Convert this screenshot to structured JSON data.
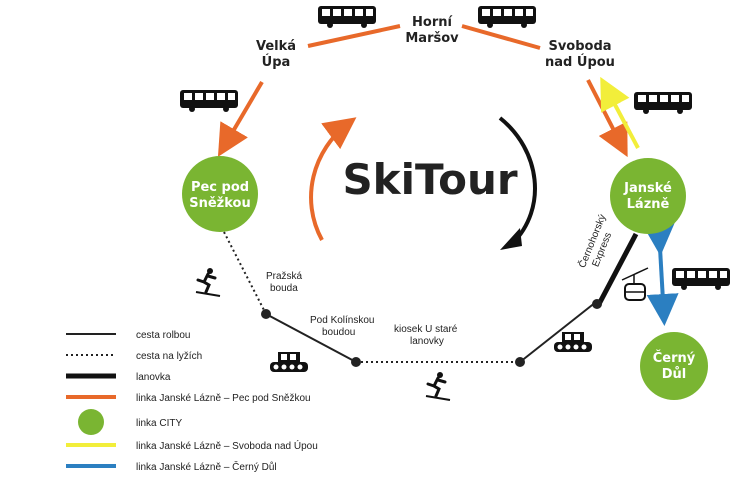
{
  "title": "SkiTour",
  "towns": {
    "horni_marsov": [
      "Horní",
      "Maršov"
    ],
    "velka_upa": [
      "Velká",
      "Úpa"
    ],
    "svoboda": [
      "Svoboda",
      "nad Úpou"
    ]
  },
  "stops": {
    "pec": [
      "Pec pod",
      "Sněžkou"
    ],
    "janske": [
      "Janské",
      "Lázně"
    ],
    "cerny": [
      "Černý",
      "Důl"
    ]
  },
  "places": {
    "prazska": [
      "Pražská",
      "bouda"
    ],
    "kolinska": [
      "Pod Kolínskou",
      "boudou"
    ],
    "kiosek": [
      "kiosek U staré",
      "lanovky"
    ],
    "cernohorsky": [
      "Černohorský",
      "Express"
    ]
  },
  "legend": [
    {
      "label": "cesta rolbou",
      "style": "solid",
      "color": "#222222"
    },
    {
      "label": "cesta na lyžích",
      "style": "dotted",
      "color": "#222222"
    },
    {
      "label": "lanovka",
      "style": "thick",
      "color": "#111111"
    },
    {
      "label": "linka Janské Lázně – Pec pod Sněžkou",
      "style": "line",
      "color": "#e8692a"
    },
    {
      "label": "linka CITY",
      "style": "dot",
      "color": "#7ab532"
    },
    {
      "label": "linka Janské Lázně – Svoboda nad Úpou",
      "style": "line",
      "color": "#f2ee3a"
    },
    {
      "label": "linka Janské Lázně – Černý Důl",
      "style": "line",
      "color": "#2b7fc1"
    }
  ],
  "colors": {
    "orange": "#e8692a",
    "green": "#7ab532",
    "yellow": "#f2ee3a",
    "blue": "#2b7fc1",
    "dark": "#222222"
  },
  "icons": [
    "bus-icon",
    "skier-icon",
    "snowcat-icon",
    "gondola-icon"
  ]
}
